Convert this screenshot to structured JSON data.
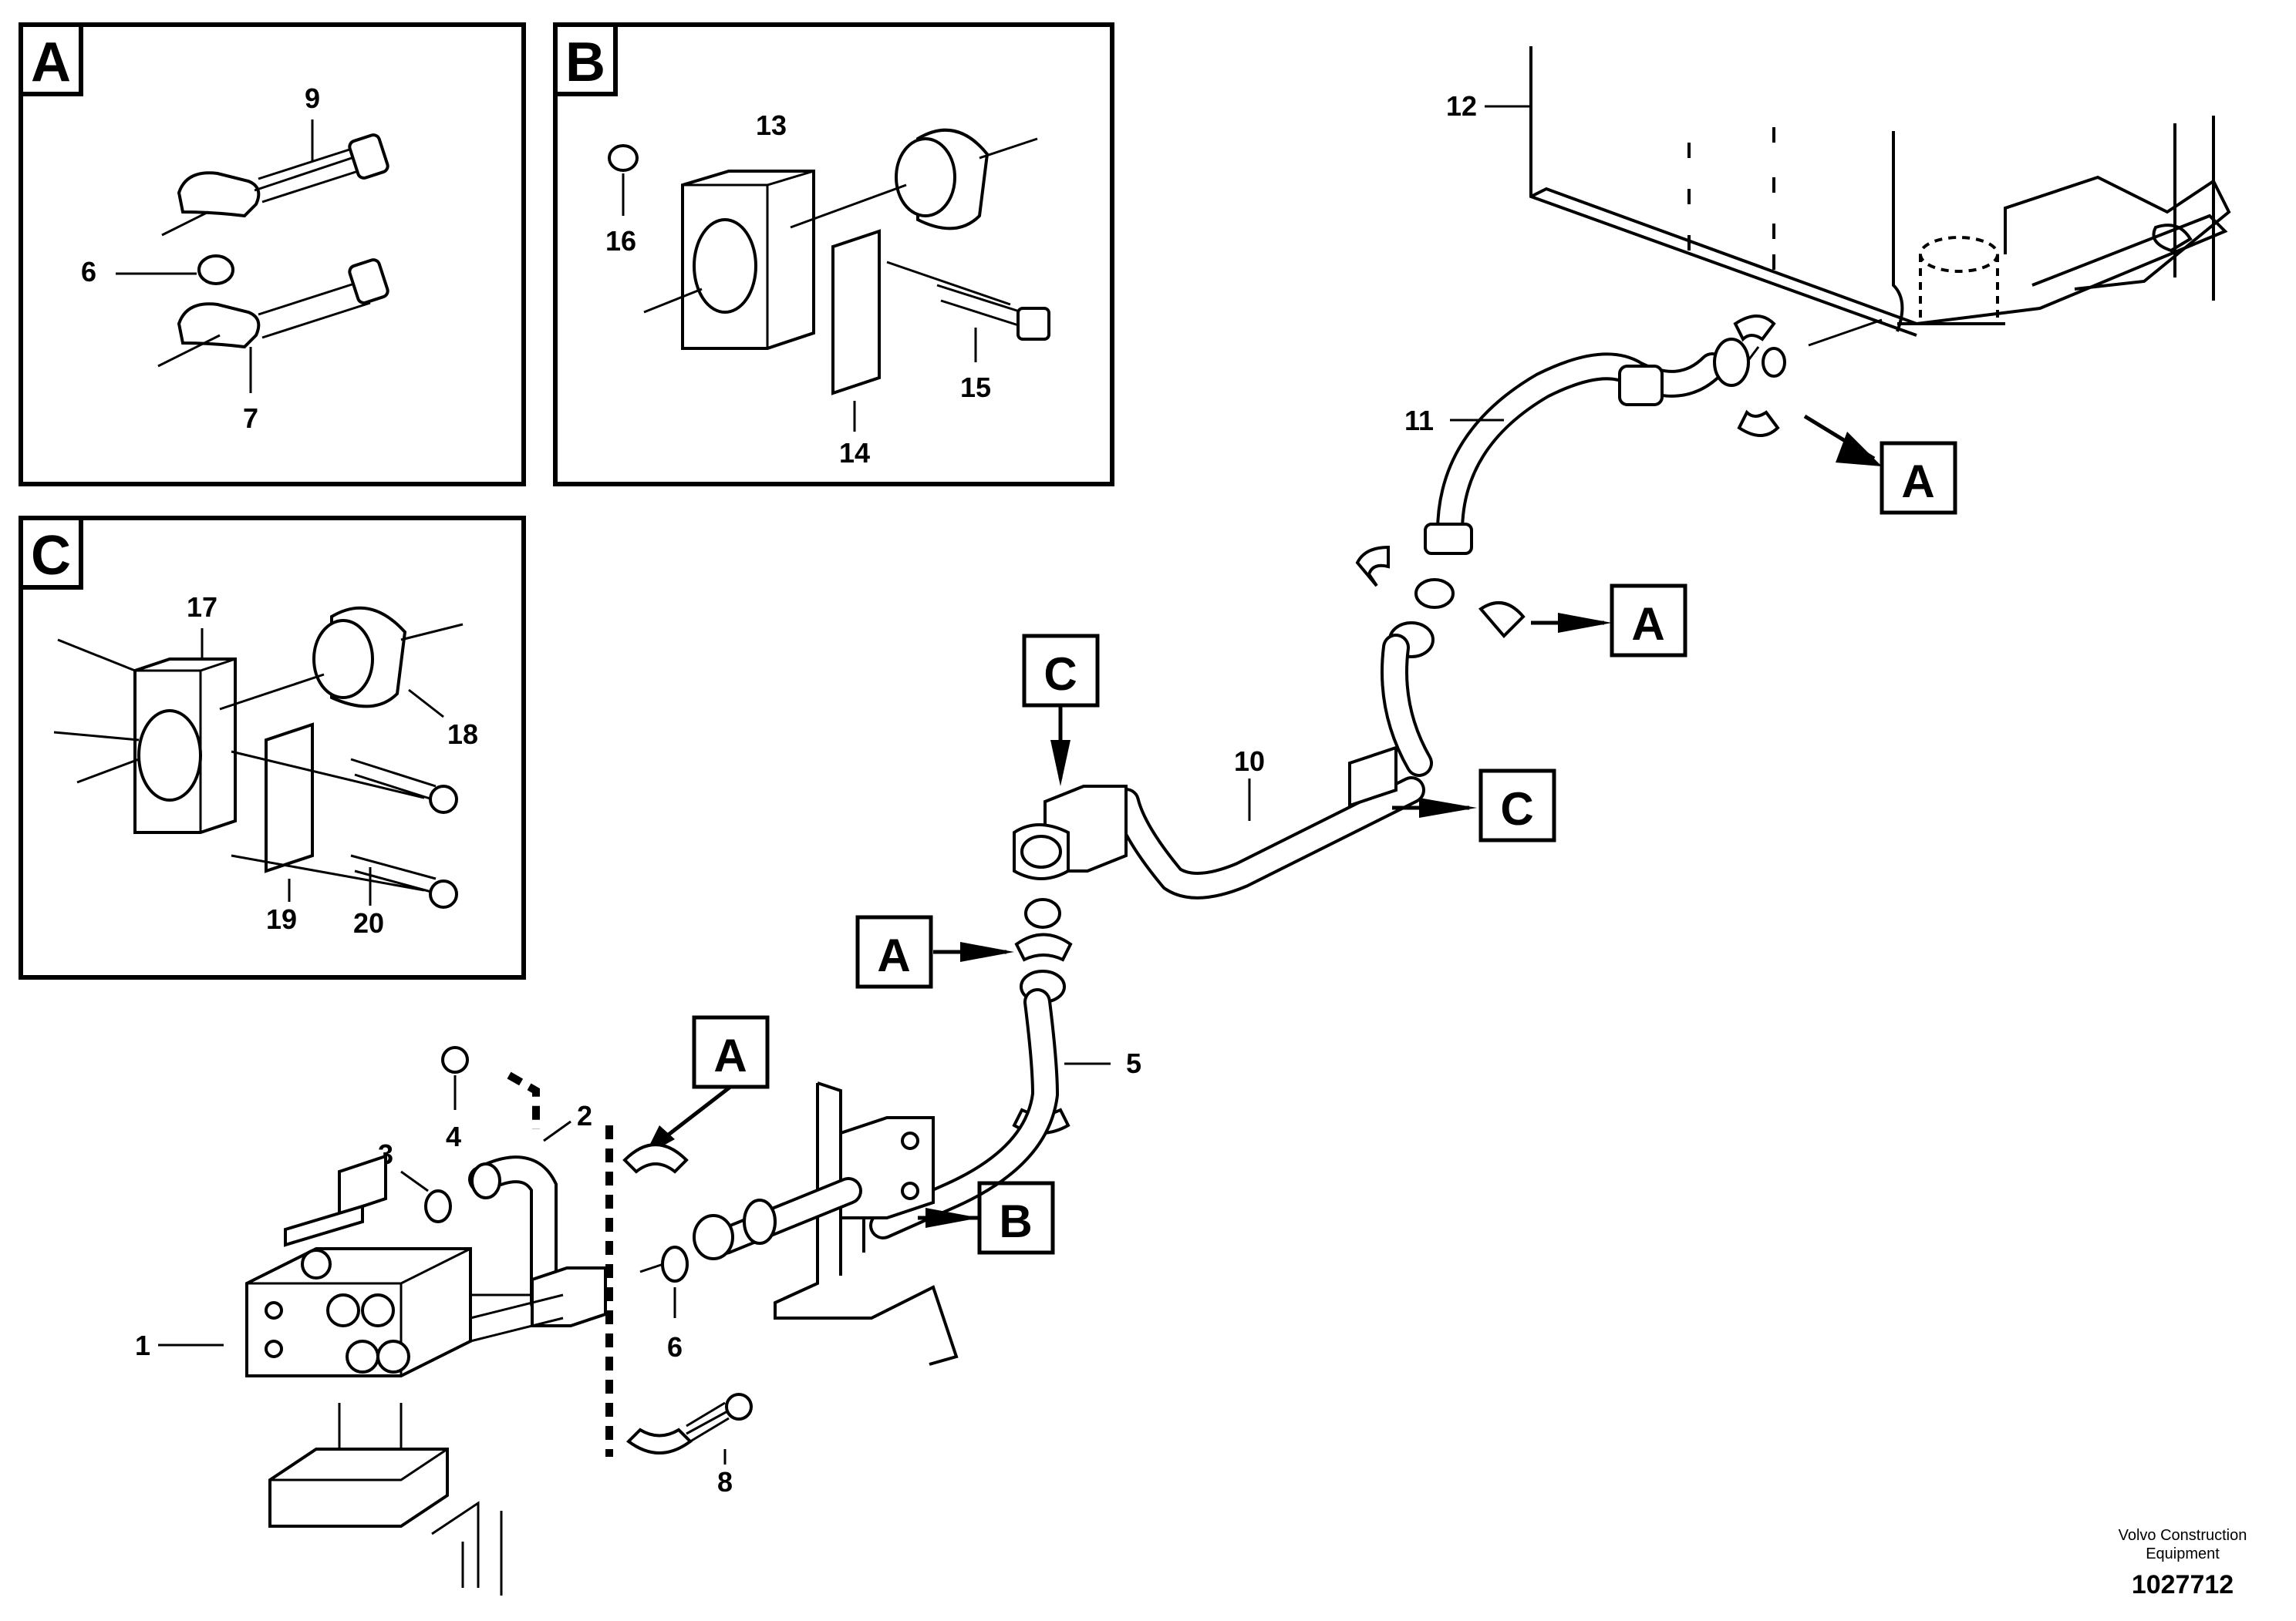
{
  "insets": {
    "A": {
      "label": "A",
      "callouts": [
        "9",
        "6",
        "7"
      ]
    },
    "B": {
      "label": "B",
      "callouts": [
        "13",
        "16",
        "15",
        "14"
      ]
    },
    "C": {
      "label": "C",
      "callouts": [
        "17",
        "18",
        "19",
        "20"
      ]
    }
  },
  "callouts": {
    "c1": "1",
    "c2": "2",
    "c3": "3",
    "c4": "4",
    "c5": "5",
    "c6": "6",
    "c8": "8",
    "c10": "10",
    "c11": "11",
    "c12": "12"
  },
  "references": {
    "A_top_right": "A",
    "A_mid_right": "A",
    "A_center": "A",
    "A_lower": "A",
    "C_top": "C",
    "C_right": "C",
    "B_lower": "B"
  },
  "footer": {
    "company_line1": "Volvo Construction",
    "company_line2": "Equipment",
    "doc_number": "1027712"
  }
}
